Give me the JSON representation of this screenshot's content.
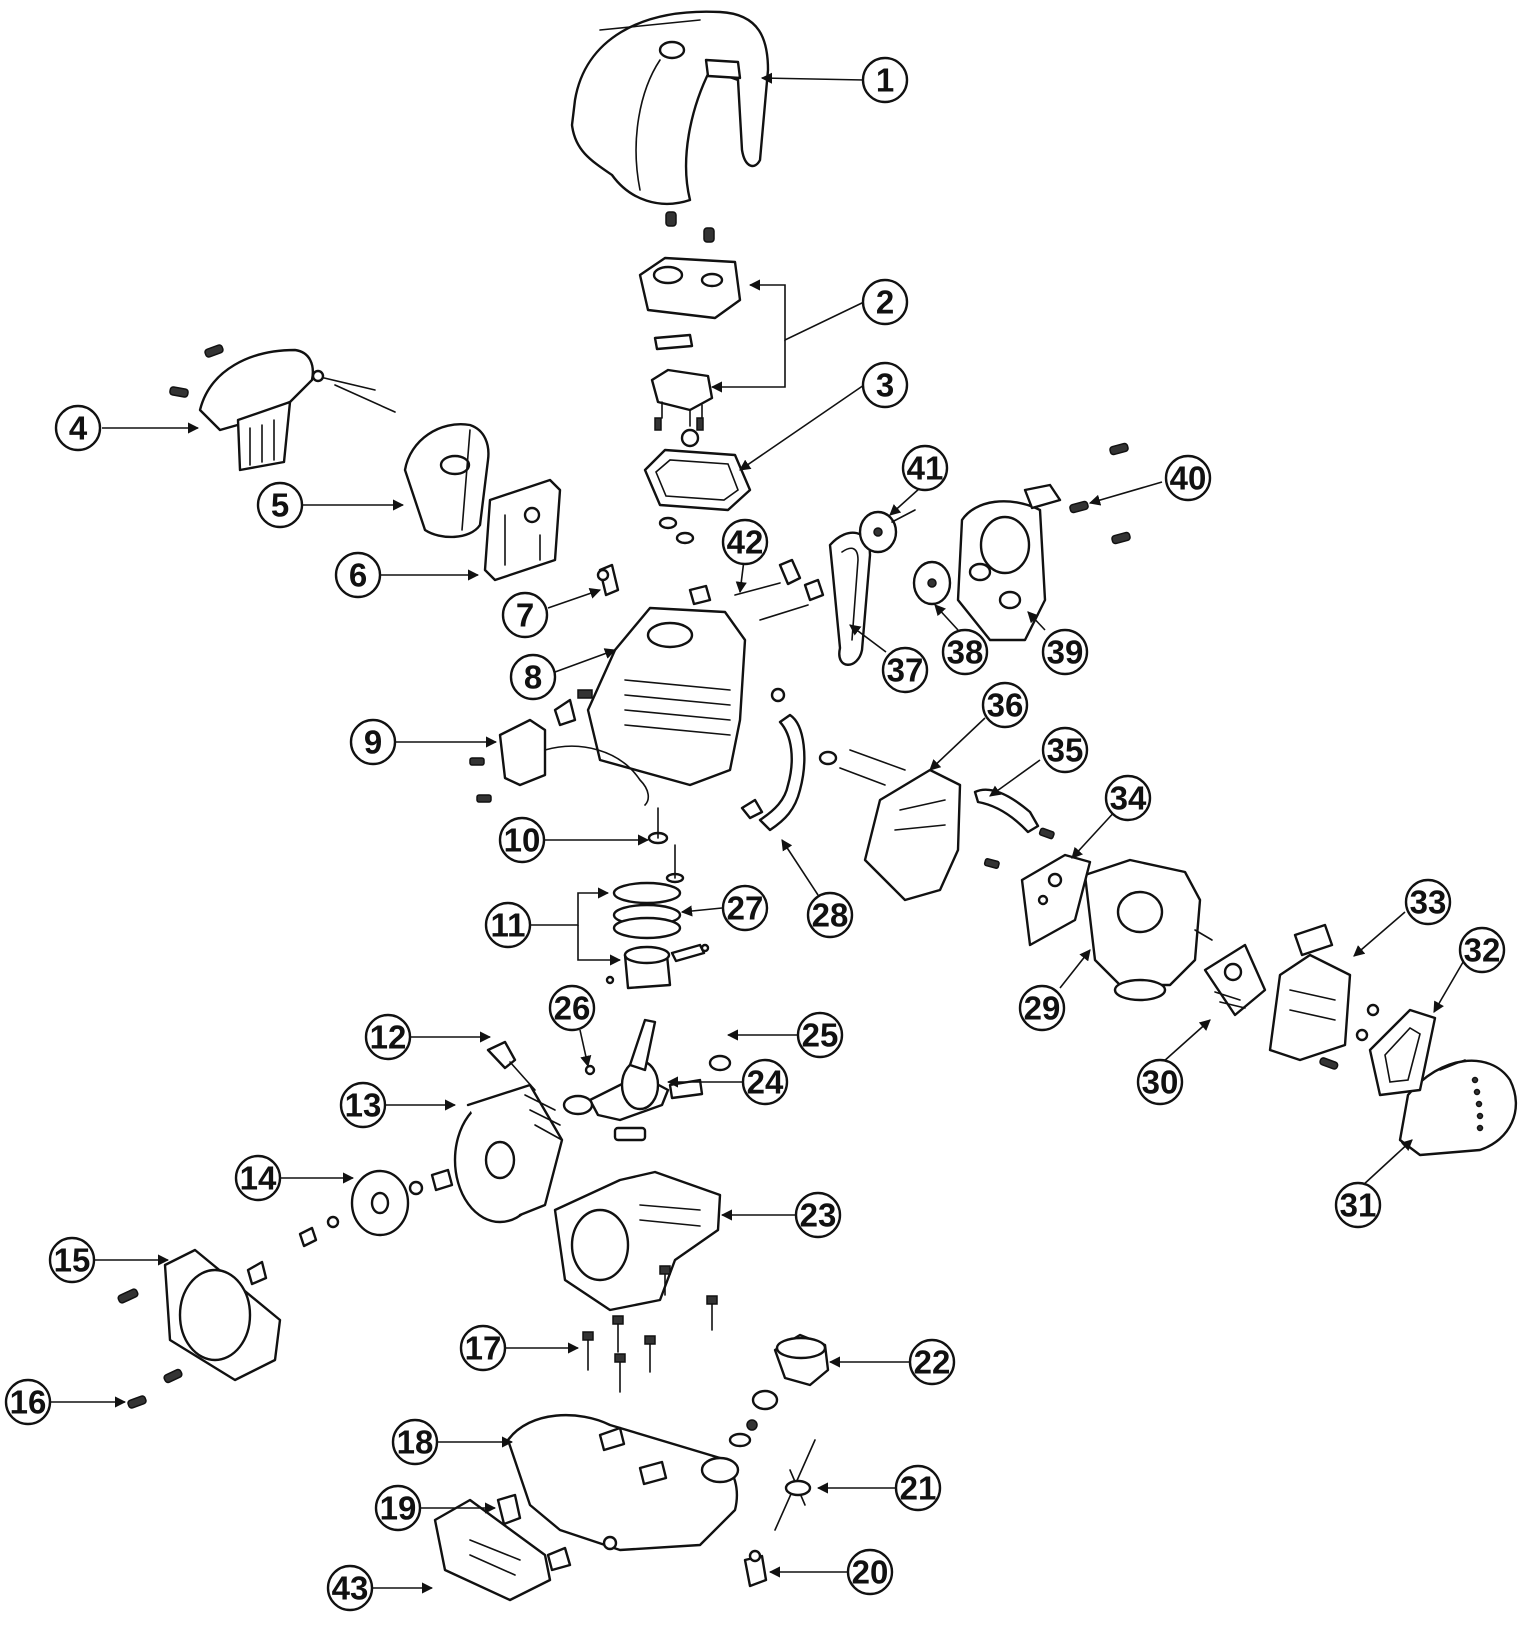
{
  "callouts": [
    {
      "id": "1",
      "label": "1"
    },
    {
      "id": "2",
      "label": "2"
    },
    {
      "id": "3",
      "label": "3"
    },
    {
      "id": "4",
      "label": "4"
    },
    {
      "id": "5",
      "label": "5"
    },
    {
      "id": "6",
      "label": "6"
    },
    {
      "id": "7",
      "label": "7"
    },
    {
      "id": "8",
      "label": "8"
    },
    {
      "id": "9",
      "label": "9"
    },
    {
      "id": "10",
      "label": "10"
    },
    {
      "id": "11",
      "label": "11"
    },
    {
      "id": "12",
      "label": "12"
    },
    {
      "id": "13",
      "label": "13"
    },
    {
      "id": "14",
      "label": "14"
    },
    {
      "id": "15",
      "label": "15"
    },
    {
      "id": "16",
      "label": "16"
    },
    {
      "id": "17",
      "label": "17"
    },
    {
      "id": "18",
      "label": "18"
    },
    {
      "id": "19",
      "label": "19"
    },
    {
      "id": "20",
      "label": "20"
    },
    {
      "id": "21",
      "label": "21"
    },
    {
      "id": "22",
      "label": "22"
    },
    {
      "id": "23",
      "label": "23"
    },
    {
      "id": "24",
      "label": "24"
    },
    {
      "id": "25",
      "label": "25"
    },
    {
      "id": "26",
      "label": "26"
    },
    {
      "id": "27",
      "label": "27"
    },
    {
      "id": "28",
      "label": "28"
    },
    {
      "id": "29",
      "label": "29"
    },
    {
      "id": "30",
      "label": "30"
    },
    {
      "id": "31",
      "label": "31"
    },
    {
      "id": "32",
      "label": "32"
    },
    {
      "id": "33",
      "label": "33"
    },
    {
      "id": "34",
      "label": "34"
    },
    {
      "id": "35",
      "label": "35"
    },
    {
      "id": "36",
      "label": "36"
    },
    {
      "id": "37",
      "label": "37"
    },
    {
      "id": "38",
      "label": "38"
    },
    {
      "id": "39",
      "label": "39"
    },
    {
      "id": "40",
      "label": "40"
    },
    {
      "id": "41",
      "label": "41"
    },
    {
      "id": "42",
      "label": "42"
    },
    {
      "id": "43",
      "label": "43"
    }
  ]
}
